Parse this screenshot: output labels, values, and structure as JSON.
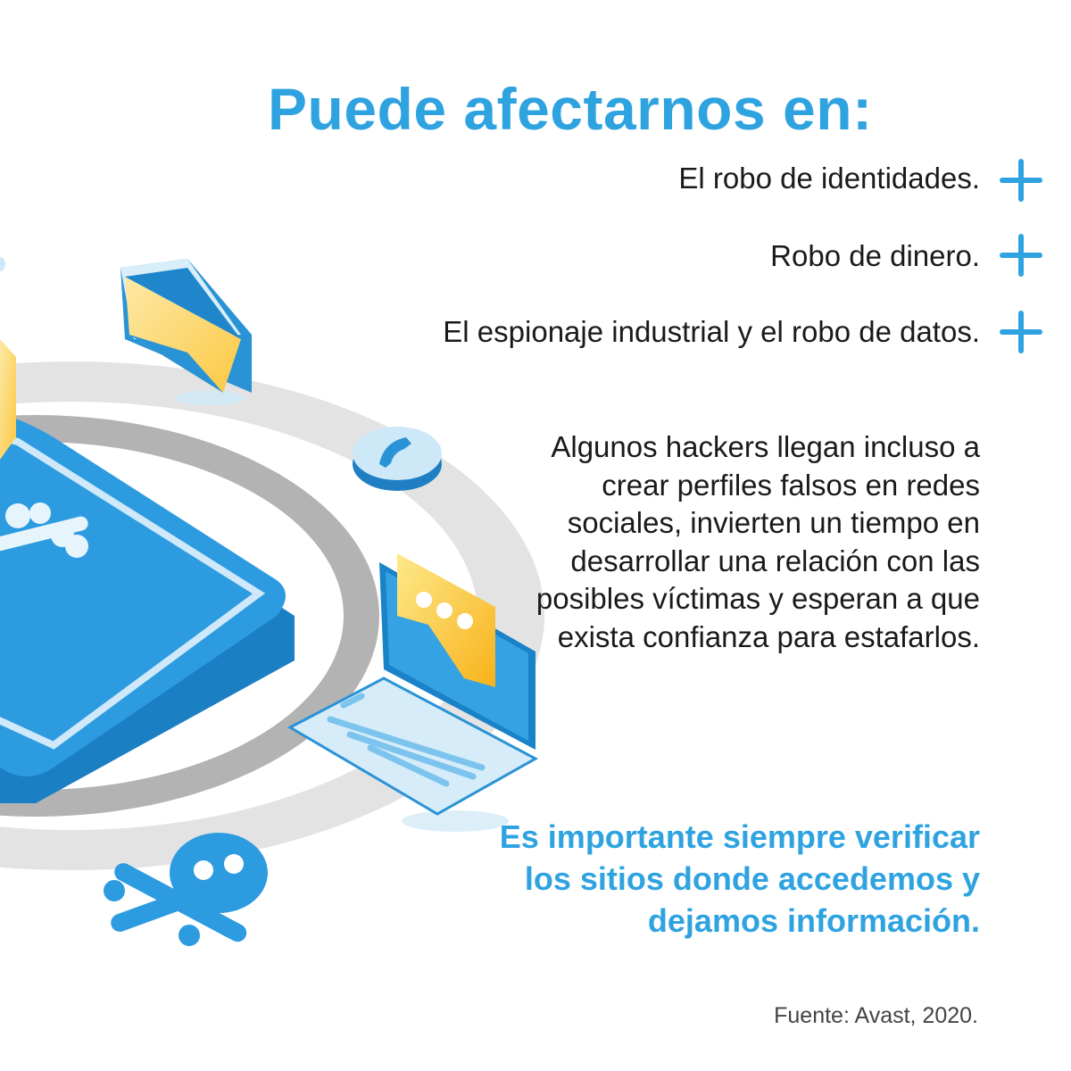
{
  "colors": {
    "accent": "#2fa3e0",
    "text": "#1a1a1a",
    "source": "#444444"
  },
  "title": "Puede afectarnos en:",
  "items": [
    {
      "text": "El robo de identidades.",
      "icon": "plus-icon"
    },
    {
      "text": "Robo de dinero.",
      "icon": "plus-icon"
    },
    {
      "text": "El espionaje industrial y el robo de datos.",
      "icon": "plus-icon"
    }
  ],
  "paragraph": "Algunos hackers llegan incluso a crear perfiles falsos en redes sociales, invierten un tiempo en desarrollar una relación con las posibles víctimas y esperan a que exista confianza para estafarlos.",
  "callout": "Es importante siempre verificar los sitios donde accedemos y dejamos información.",
  "source": "Fuente: Avast, 2020.",
  "illustration": {
    "icons": [
      "warning-sign-icon",
      "skull-crossbones-icon",
      "diamond-shield-icon",
      "phone-icon",
      "laptop-icon",
      "chat-bubble-icon"
    ]
  }
}
